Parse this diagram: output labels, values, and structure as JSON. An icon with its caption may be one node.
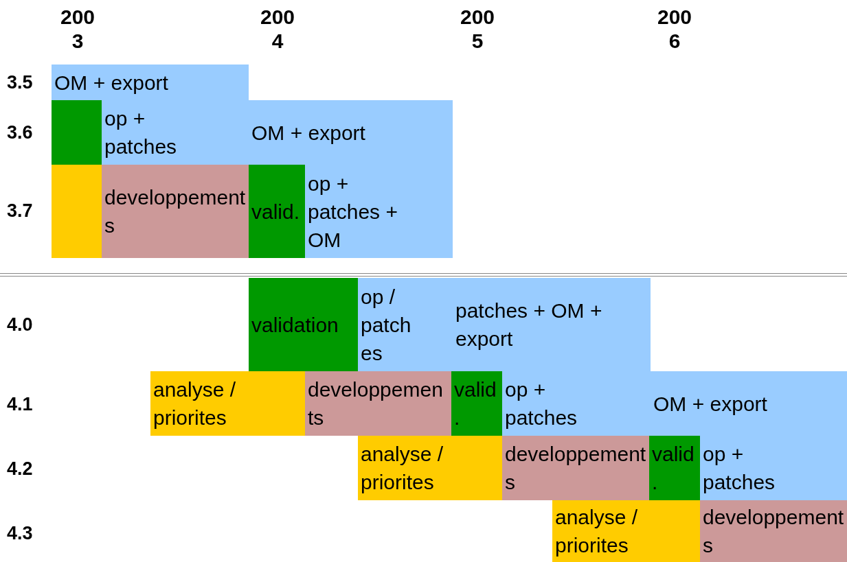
{
  "diagram": {
    "nodes": [
      {
        "text": [
          "OM + export"
        ]
      },
      {
        "text": [],
        "shape": "box"
      },
      {
        "text": [
          "op + patches"
        ]
      },
      {
        "text": [
          "OM + export"
        ]
      },
      {
        "text": [],
        "shape": "box"
      },
      {
        "text": [
          "developpements"
        ]
      },
      {
        "text": [
          "valid."
        ]
      },
      {
        "text": [
          "op + patches + OM"
        ]
      },
      {
        "text": [
          "validation"
        ]
      },
      {
        "text": [
          "op / patches"
        ]
      },
      {
        "text": [
          "patches + OM + export"
        ]
      },
      {
        "text": [
          "analyse / priorites"
        ]
      },
      {
        "text": [
          "developpements"
        ]
      },
      {
        "text": [
          "valid."
        ]
      },
      {
        "text": [
          "op + patches"
        ]
      },
      {
        "text": [
          "OM + export"
        ]
      },
      {
        "text": [
          "analyse / priorites"
        ]
      },
      {
        "text": [
          "developpements"
        ]
      },
      {
        "text": [
          "valid."
        ]
      },
      {
        "text": [
          "op + patches"
        ]
      },
      {
        "text": [
          "analyse / priorites"
        ]
      },
      {
        "text": [
          "developpements"
        ]
      }
    ],
    "labels": [
      "2003",
      "2004",
      "2005",
      "2006",
      "3.5",
      "3.6",
      "3.7",
      "4.0",
      "4.1",
      "4.2",
      "4.3"
    ]
  }
}
